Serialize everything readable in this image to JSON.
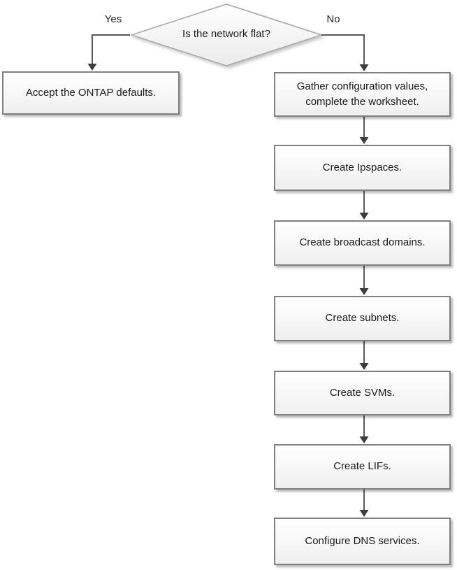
{
  "flowchart": {
    "decision": {
      "question": "Is the network flat?",
      "yes_label": "Yes",
      "no_label": "No"
    },
    "yes_branch": {
      "steps": [
        "Accept the ONTAP defaults."
      ]
    },
    "no_branch": {
      "steps": [
        "Gather configuration values, complete the worksheet.",
        "Create Ipspaces.",
        "Create broadcast domains.",
        "Create subnets.",
        "Create SVMs.",
        "Create LIFs.",
        "Configure DNS services."
      ]
    },
    "colors": {
      "background": "#ffffff",
      "node_fill_top": "#ffffff",
      "node_fill_bottom": "#efefef",
      "node_border": "#808080",
      "diamond_border": "#a9a9a9",
      "connector": "#595959",
      "text": "#1a1a1a"
    }
  }
}
